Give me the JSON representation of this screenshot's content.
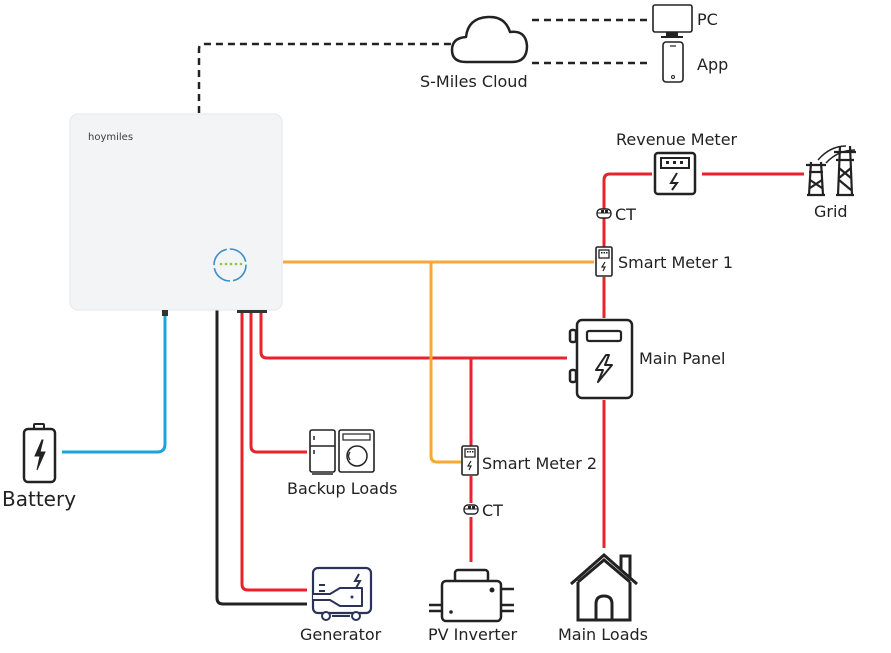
{
  "diagram": {
    "inverter": {
      "brand": "hoymiles",
      "led_count": 5
    },
    "cloud": {
      "label": "S-Miles Cloud"
    },
    "pc": {
      "label": "PC"
    },
    "app": {
      "label": "App"
    },
    "revenue_meter": {
      "label": "Revenue Meter"
    },
    "grid": {
      "label": "Grid"
    },
    "ct_top": {
      "label": "CT"
    },
    "smart_meter_1": {
      "label": "Smart Meter 1"
    },
    "main_panel": {
      "label": "Main Panel"
    },
    "smart_meter_2": {
      "label": "Smart Meter 2"
    },
    "ct_bottom": {
      "label": "CT"
    },
    "backup_loads": {
      "label": "Backup Loads"
    },
    "battery": {
      "label": "Battery"
    },
    "generator": {
      "label": "Generator"
    },
    "pv_inverter": {
      "label": "PV Inverter"
    },
    "main_loads": {
      "label": "Main Loads"
    },
    "colors": {
      "ac_power": "#e8232b",
      "communication": "#f7a933",
      "battery_dc": "#1aa3dc",
      "generator_neutral": "#222222",
      "network": "#222222",
      "led": "#8cc63f",
      "ring": "#3a8ec9"
    }
  }
}
